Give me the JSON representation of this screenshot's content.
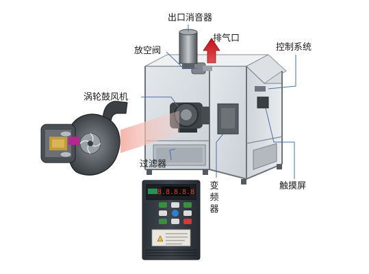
{
  "labels": {
    "outlet_muffler": "出口消音器",
    "exhaust_port": "排气口",
    "vent_valve": "放空阀",
    "control_system": "控制系统",
    "turbo_blower": "涡轮鼓风机",
    "filter": "过滤器",
    "inverter": "变频器",
    "touchscreen": "触摸屏"
  },
  "inverter_panel": {
    "display": "8.8.8.8.8"
  }
}
